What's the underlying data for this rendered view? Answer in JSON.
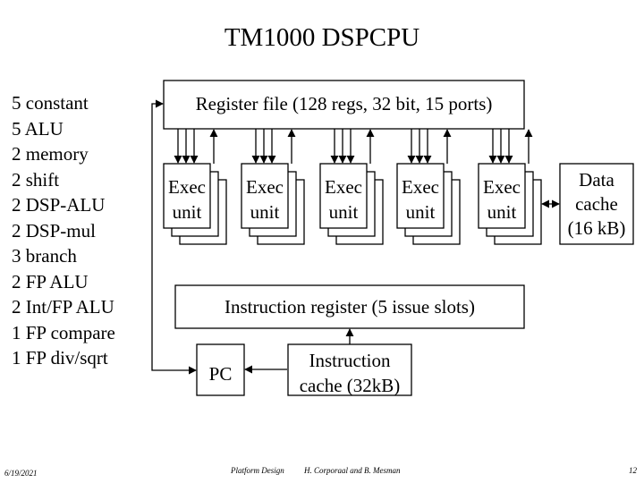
{
  "title": "TM1000 DSPCPU",
  "functional_units": [
    "5 constant",
    "5 ALU",
    "2 memory",
    "2 shift",
    "2 DSP-ALU",
    "2 DSP-mul",
    "3 branch",
    "2 FP ALU",
    "2 Int/FP ALU",
    "1 FP compare",
    "1 FP div/sqrt"
  ],
  "register_file": "Register file (128 regs, 32 bit, 15 ports)",
  "exec_units": [
    {
      "line1": "Exec",
      "line2": "unit"
    },
    {
      "line1": "Exec",
      "line2": "unit"
    },
    {
      "line1": "Exec",
      "line2": "unit"
    },
    {
      "line1": "Exec",
      "line2": "unit"
    },
    {
      "line1": "Exec",
      "line2": "unit"
    }
  ],
  "data_cache": {
    "line1": "Data",
    "line2": "cache",
    "line3": "(16 kB)"
  },
  "instruction_register": "Instruction register (5 issue slots)",
  "pc": "PC",
  "instruction_cache": {
    "line1": "Instruction",
    "line2": "cache (32kB)"
  },
  "footer": {
    "date": "6/19/2021",
    "course": "Platform Design",
    "authors": "H. Corporaal and B. Mesman",
    "page": "12"
  }
}
